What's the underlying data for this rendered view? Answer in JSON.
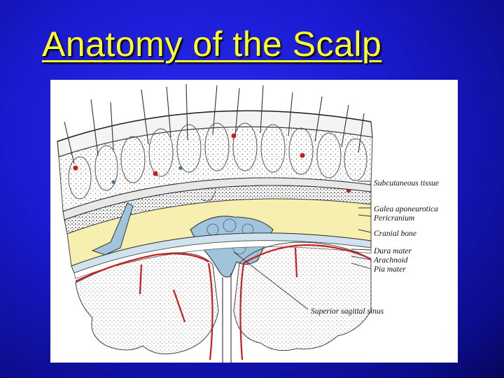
{
  "slide": {
    "title": "Anatomy of the Scalp"
  },
  "diagram": {
    "labels": {
      "subcutaneous": "Subcutaneous tissue",
      "galea": "Galea aponeurotica",
      "pericranium": "Pericranium",
      "cranial_bone": "Cranial bone",
      "dura": "Dura mater",
      "arachnoid": "Arachnoid",
      "pia": "Pia mater",
      "sinus": "Superior sagittal sinus"
    },
    "colors": {
      "background": "#1a1ad0",
      "title": "#ffff2a",
      "bone": "#f6efb0",
      "sinus": "#9fc4dc",
      "vessel": "#c81e1e",
      "line": "#333333"
    }
  }
}
